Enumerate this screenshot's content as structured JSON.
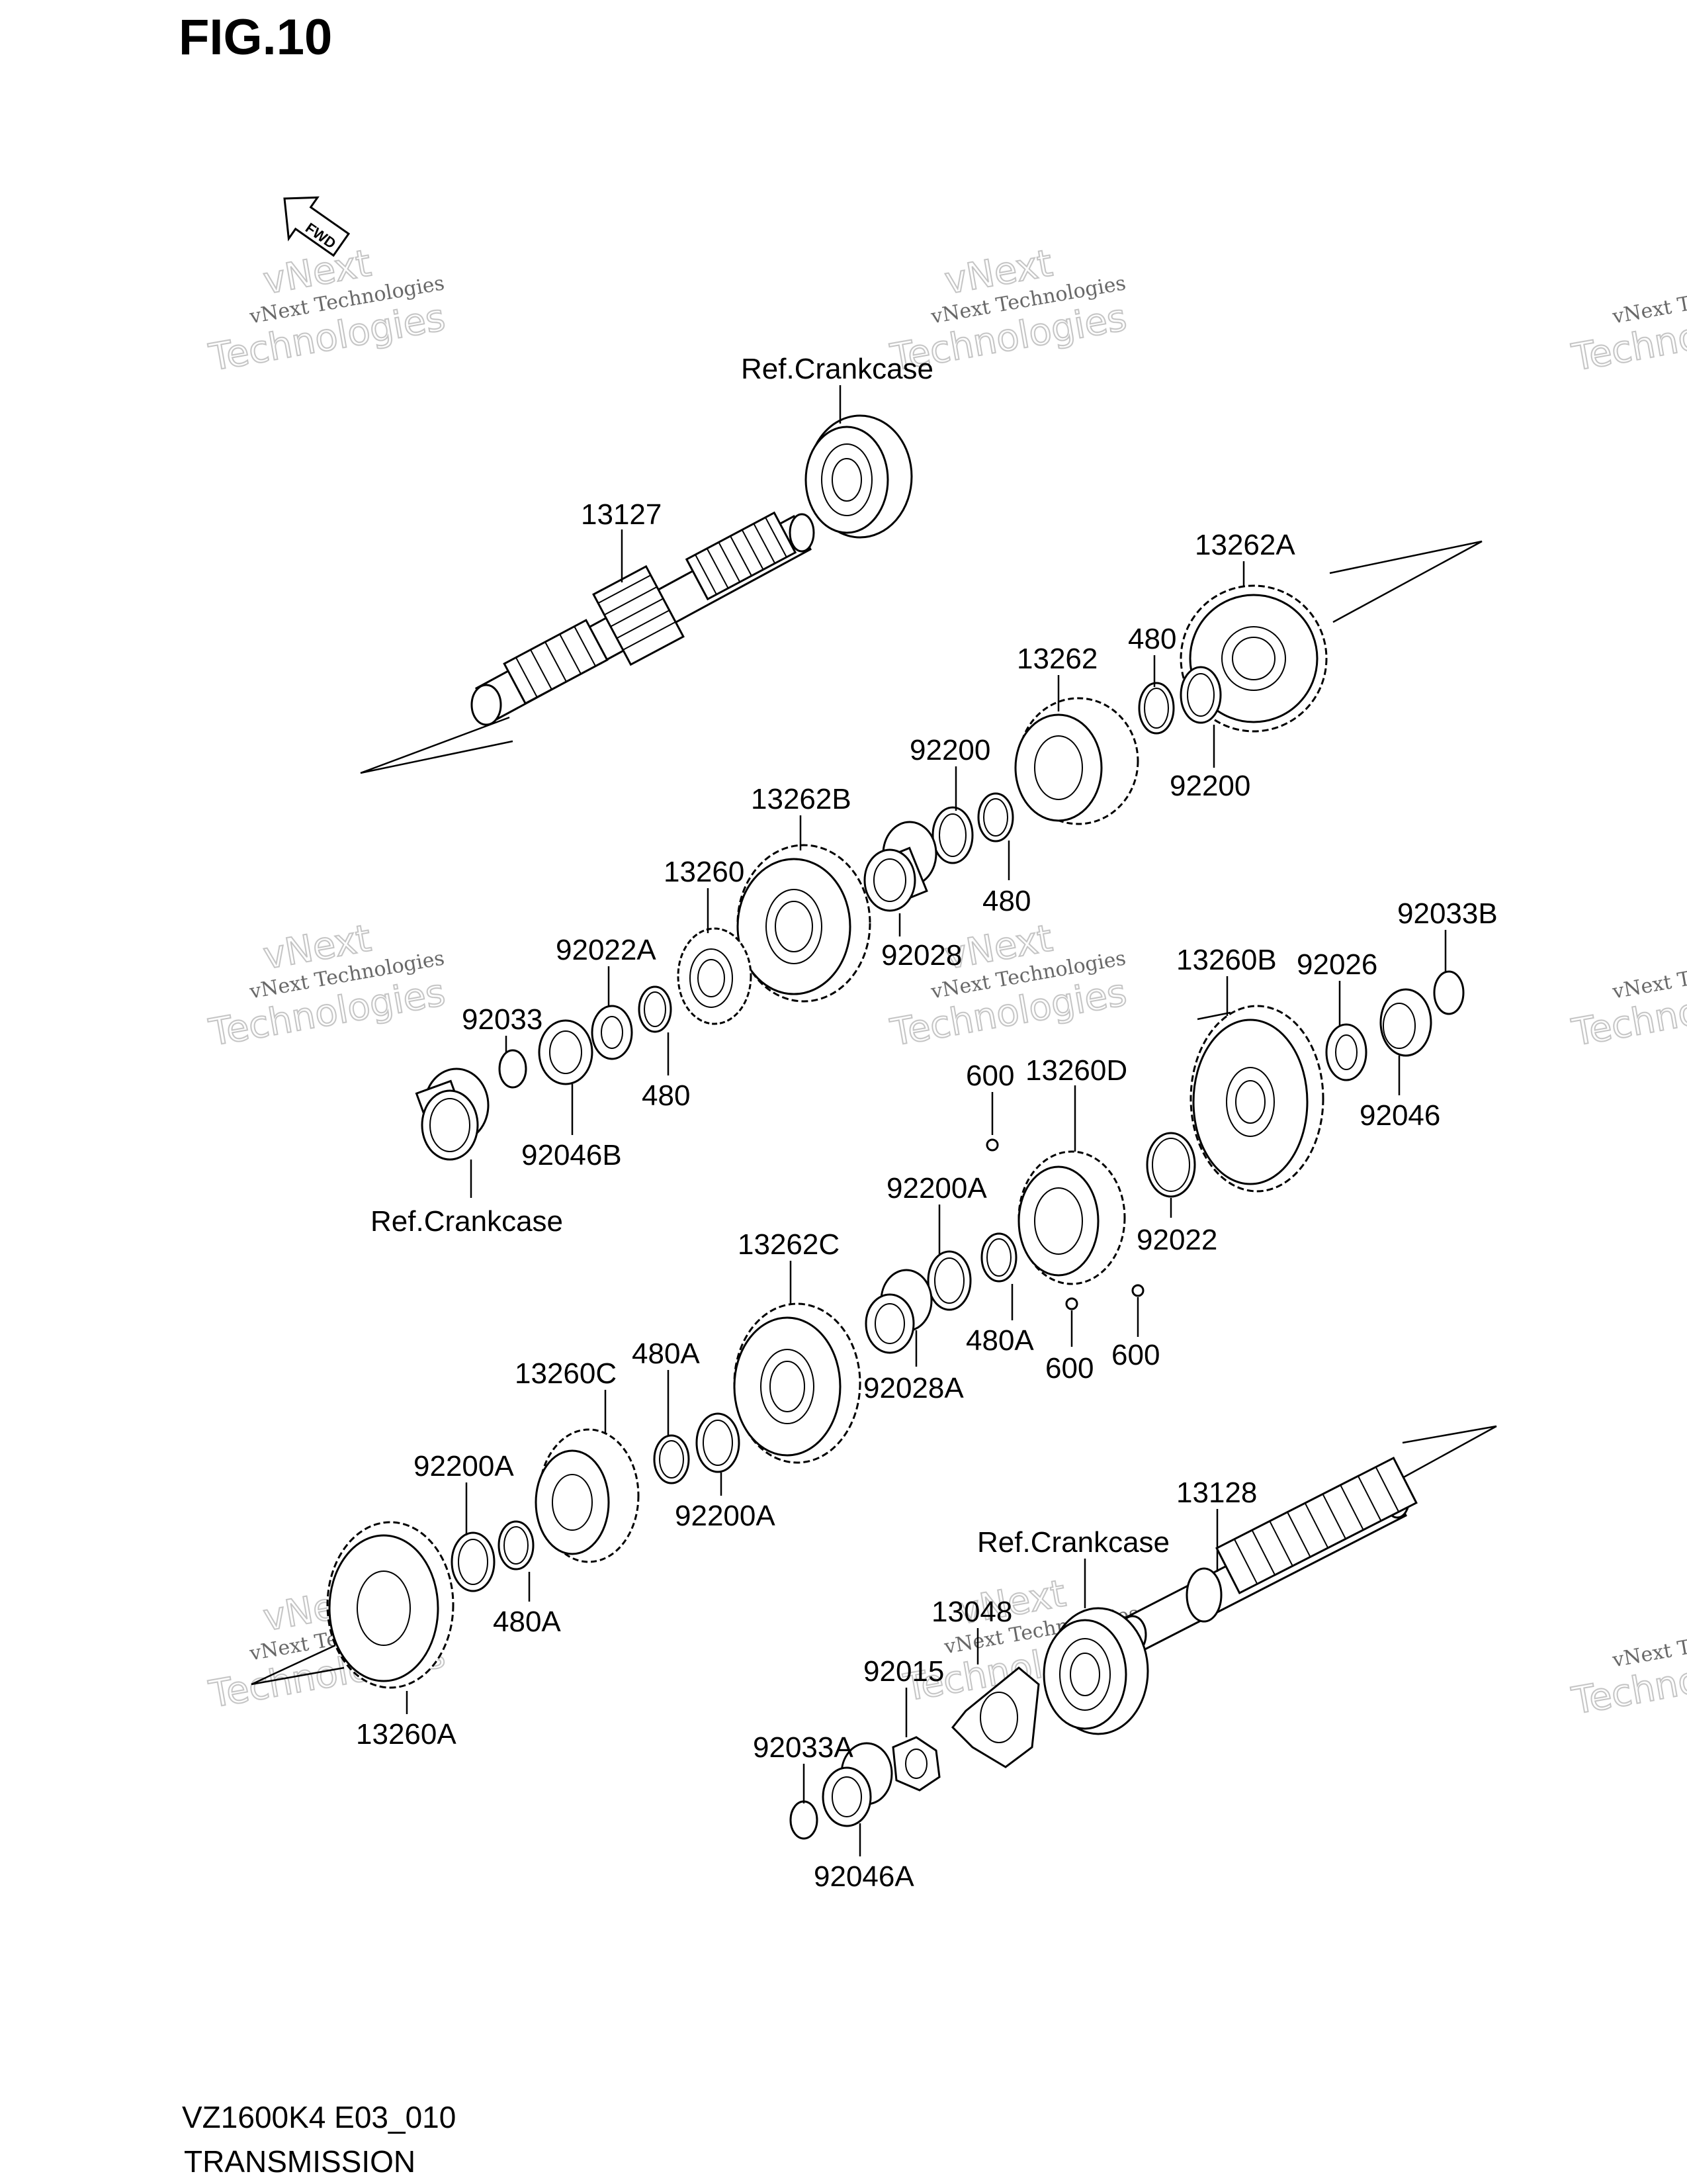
{
  "figure": {
    "title": "FIG.10",
    "fwd_label": "FWD"
  },
  "watermark": {
    "line1": "vNext Technologies",
    "line2": "Technologies",
    "line3": "vNext"
  },
  "footer": {
    "model_code": "VZ1600K4 E03_010",
    "section": "TRANSMISSION"
  },
  "labels": [
    {
      "id": "ref-crankcase-top",
      "text": "Ref.Crankcase"
    },
    {
      "id": "p13127",
      "text": "13127"
    },
    {
      "id": "p13262A",
      "text": "13262A"
    },
    {
      "id": "p480-a",
      "text": "480"
    },
    {
      "id": "p13262",
      "text": "13262"
    },
    {
      "id": "p92200-a",
      "text": "92200"
    },
    {
      "id": "p92200-b",
      "text": "92200"
    },
    {
      "id": "p13262B",
      "text": "13262B"
    },
    {
      "id": "p480-b",
      "text": "480"
    },
    {
      "id": "p13260",
      "text": "13260"
    },
    {
      "id": "p92028",
      "text": "92028"
    },
    {
      "id": "p92022A",
      "text": "92022A"
    },
    {
      "id": "p92033",
      "text": "92033"
    },
    {
      "id": "p480-c",
      "text": "480"
    },
    {
      "id": "p92046B",
      "text": "92046B"
    },
    {
      "id": "ref-crankcase-left",
      "text": "Ref.Crankcase"
    },
    {
      "id": "p92033B",
      "text": "92033B"
    },
    {
      "id": "p13260B",
      "text": "13260B"
    },
    {
      "id": "p92026",
      "text": "92026"
    },
    {
      "id": "p92046",
      "text": "92046"
    },
    {
      "id": "p600-a",
      "text": "600"
    },
    {
      "id": "p13260D",
      "text": "13260D"
    },
    {
      "id": "p92200A-a",
      "text": "92200A"
    },
    {
      "id": "p92022",
      "text": "92022"
    },
    {
      "id": "p13262C",
      "text": "13262C"
    },
    {
      "id": "p480A-a",
      "text": "480A"
    },
    {
      "id": "p600-b",
      "text": "600"
    },
    {
      "id": "p600-c",
      "text": "600"
    },
    {
      "id": "p92028A",
      "text": "92028A"
    },
    {
      "id": "p480A-b",
      "text": "480A"
    },
    {
      "id": "p13260C",
      "text": "13260C"
    },
    {
      "id": "p92200A-b",
      "text": "92200A"
    },
    {
      "id": "p92200A-c",
      "text": "92200A"
    },
    {
      "id": "p480A-c",
      "text": "480A"
    },
    {
      "id": "p13128",
      "text": "13128"
    },
    {
      "id": "ref-crankcase-bottom",
      "text": "Ref.Crankcase"
    },
    {
      "id": "p13048",
      "text": "13048"
    },
    {
      "id": "p92015",
      "text": "92015"
    },
    {
      "id": "p92033A",
      "text": "92033A"
    },
    {
      "id": "p92046A",
      "text": "92046A"
    },
    {
      "id": "p13260A",
      "text": "13260A"
    }
  ]
}
